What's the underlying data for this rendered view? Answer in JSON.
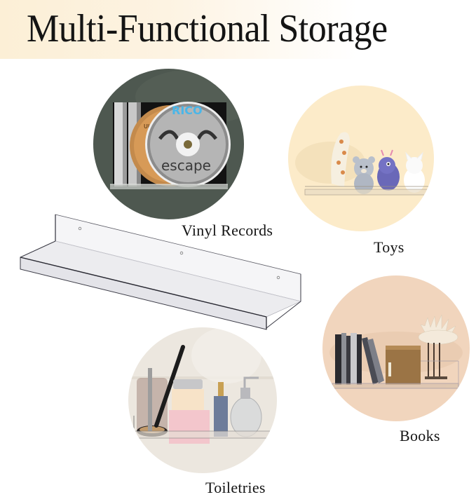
{
  "header": {
    "title": "Multi-Functional Storage",
    "gradient_colors": [
      "#fcefd6",
      "#ffffff"
    ]
  },
  "product": {
    "name": "acrylic-floating-shelf",
    "screw_holes": 3
  },
  "uses": [
    {
      "id": "vinyl-records",
      "label": "Vinyl Records",
      "circle_color": "#4e5850",
      "items": [
        "cd-case",
        "cd-disc",
        "cd-disc"
      ],
      "disc_text": [
        "RICO",
        "escape"
      ]
    },
    {
      "id": "toys",
      "label": "Toys",
      "circle_color": "#fcebc9",
      "items": [
        "plush-giraffe",
        "teddy-bear",
        "purple-dinosaur",
        "white-cat-plush"
      ]
    },
    {
      "id": "books",
      "label": "Books",
      "circle_color": "#f1d5bd",
      "items": [
        "books",
        "brown-box",
        "coral-decor"
      ]
    },
    {
      "id": "toiletries",
      "label": "Toiletries",
      "circle_color": "#ece7df",
      "items": [
        "toothbrush-cup",
        "cream-jar",
        "perfume-bottle",
        "soap-dispenser"
      ]
    }
  ]
}
